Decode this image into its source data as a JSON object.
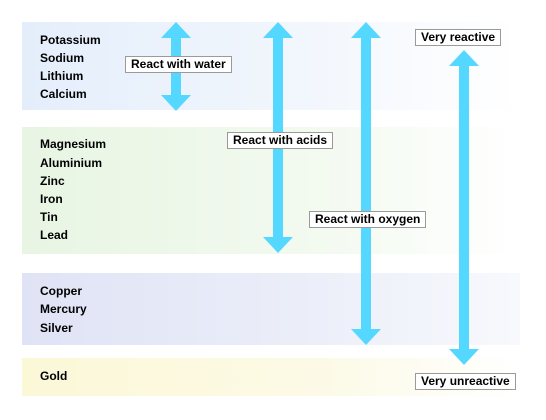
{
  "groups": [
    {
      "metals": [
        "Potassium",
        "Sodium",
        "Lithium",
        "Calcium"
      ]
    },
    {
      "metals": [
        "Magnesium",
        "Aluminium",
        "Zinc",
        "Iron",
        "Tin",
        "Lead"
      ]
    },
    {
      "metals": [
        "Copper",
        "Mercury",
        "Silver"
      ]
    },
    {
      "metals": [
        "Gold"
      ]
    }
  ],
  "labels": {
    "react_water": "React with water",
    "react_acids": "React with acids",
    "react_oxygen": "React with oxygen",
    "very_reactive": "Very reactive",
    "very_unreactive": "Very unreactive"
  },
  "colors": {
    "arrow": "#55d8ff",
    "band_blue": "#e4eefb",
    "band_green": "#e8f5e3",
    "band_purple": "#dfe3f5",
    "band_yellow": "#fbf8d8"
  }
}
